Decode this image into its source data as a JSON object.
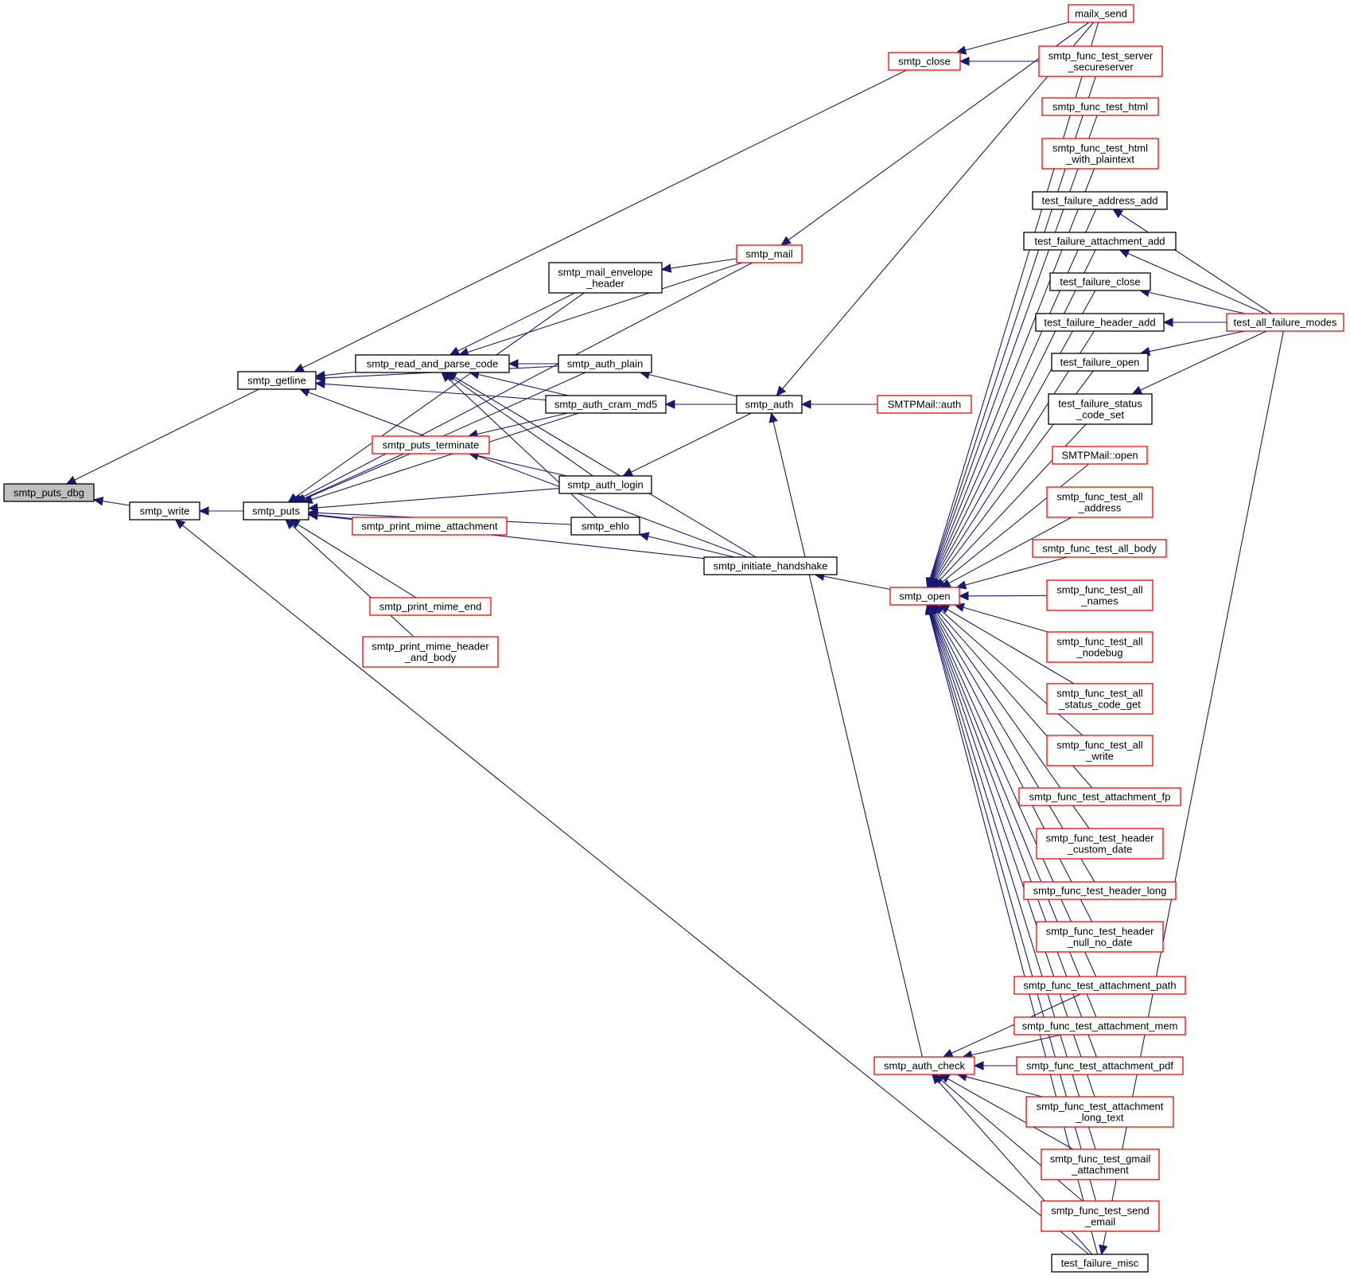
{
  "nodes": [
    {
      "id": "smtp_puts_dbg",
      "lines": [
        "smtp_puts_dbg"
      ],
      "style": "focus"
    },
    {
      "id": "smtp_getline",
      "lines": [
        "smtp_getline"
      ],
      "style": "black"
    },
    {
      "id": "smtp_write",
      "lines": [
        "smtp_write"
      ],
      "style": "black"
    },
    {
      "id": "smtp_puts",
      "lines": [
        "smtp_puts"
      ],
      "style": "black"
    },
    {
      "id": "smtp_read_and_parse_code",
      "lines": [
        "smtp_read_and_parse_code"
      ],
      "style": "black"
    },
    {
      "id": "smtp_puts_terminate",
      "lines": [
        "smtp_puts_terminate"
      ],
      "style": "red"
    },
    {
      "id": "smtp_print_mime_attachment",
      "lines": [
        "smtp_print_mime_attachment"
      ],
      "style": "red"
    },
    {
      "id": "smtp_print_mime_end",
      "lines": [
        "smtp_print_mime_end"
      ],
      "style": "red"
    },
    {
      "id": "smtp_print_mime_header_and_body",
      "lines": [
        "smtp_print_mime_header",
        "_and_body"
      ],
      "style": "red"
    },
    {
      "id": "smtp_mail_envelope_header",
      "lines": [
        "smtp_mail_envelope",
        "_header"
      ],
      "style": "black"
    },
    {
      "id": "smtp_auth_plain",
      "lines": [
        "smtp_auth_plain"
      ],
      "style": "black"
    },
    {
      "id": "smtp_auth_cram_md5",
      "lines": [
        "smtp_auth_cram_md5"
      ],
      "style": "black"
    },
    {
      "id": "smtp_auth_login",
      "lines": [
        "smtp_auth_login"
      ],
      "style": "black"
    },
    {
      "id": "smtp_ehlo",
      "lines": [
        "smtp_ehlo"
      ],
      "style": "black"
    },
    {
      "id": "smtp_initiate_handshake",
      "lines": [
        "smtp_initiate_handshake"
      ],
      "style": "black"
    },
    {
      "id": "smtp_mail",
      "lines": [
        "smtp_mail"
      ],
      "style": "red"
    },
    {
      "id": "smtp_auth",
      "lines": [
        "smtp_auth"
      ],
      "style": "black"
    },
    {
      "id": "smtp_close",
      "lines": [
        "smtp_close"
      ],
      "style": "red"
    },
    {
      "id": "SMTPMail_auth",
      "lines": [
        "SMTPMail::auth"
      ],
      "style": "red"
    },
    {
      "id": "smtp_open",
      "lines": [
        "smtp_open"
      ],
      "style": "red"
    },
    {
      "id": "smtp_auth_check",
      "lines": [
        "smtp_auth_check"
      ],
      "style": "red"
    },
    {
      "id": "mailx_send",
      "lines": [
        "mailx_send"
      ],
      "style": "red"
    },
    {
      "id": "smtp_func_test_server_secureserver",
      "lines": [
        "smtp_func_test_server",
        "_secureserver"
      ],
      "style": "red"
    },
    {
      "id": "smtp_func_test_html",
      "lines": [
        "smtp_func_test_html"
      ],
      "style": "red"
    },
    {
      "id": "smtp_func_test_html_with_plaintext",
      "lines": [
        "smtp_func_test_html",
        "_with_plaintext"
      ],
      "style": "red"
    },
    {
      "id": "test_failure_address_add",
      "lines": [
        "test_failure_address_add"
      ],
      "style": "black"
    },
    {
      "id": "test_failure_attachment_add",
      "lines": [
        "test_failure_attachment_add"
      ],
      "style": "black"
    },
    {
      "id": "test_failure_close",
      "lines": [
        "test_failure_close"
      ],
      "style": "black"
    },
    {
      "id": "test_failure_header_add",
      "lines": [
        "test_failure_header_add"
      ],
      "style": "black"
    },
    {
      "id": "test_failure_open",
      "lines": [
        "test_failure_open"
      ],
      "style": "black"
    },
    {
      "id": "test_failure_status_code_set",
      "lines": [
        "test_failure_status",
        "_code_set"
      ],
      "style": "black"
    },
    {
      "id": "SMTPMail_open",
      "lines": [
        "SMTPMail::open"
      ],
      "style": "red"
    },
    {
      "id": "smtp_func_test_all_address",
      "lines": [
        "smtp_func_test_all",
        "_address"
      ],
      "style": "red"
    },
    {
      "id": "smtp_func_test_all_body",
      "lines": [
        "smtp_func_test_all_body"
      ],
      "style": "red"
    },
    {
      "id": "smtp_func_test_all_names",
      "lines": [
        "smtp_func_test_all",
        "_names"
      ],
      "style": "red"
    },
    {
      "id": "smtp_func_test_all_nodebug",
      "lines": [
        "smtp_func_test_all",
        "_nodebug"
      ],
      "style": "red"
    },
    {
      "id": "smtp_func_test_all_status_code_get",
      "lines": [
        "smtp_func_test_all",
        "_status_code_get"
      ],
      "style": "red"
    },
    {
      "id": "smtp_func_test_all_write",
      "lines": [
        "smtp_func_test_all",
        "_write"
      ],
      "style": "red"
    },
    {
      "id": "smtp_func_test_attachment_fp",
      "lines": [
        "smtp_func_test_attachment_fp"
      ],
      "style": "red"
    },
    {
      "id": "smtp_func_test_header_custom_date",
      "lines": [
        "smtp_func_test_header",
        "_custom_date"
      ],
      "style": "red"
    },
    {
      "id": "smtp_func_test_header_long",
      "lines": [
        "smtp_func_test_header_long"
      ],
      "style": "red"
    },
    {
      "id": "smtp_func_test_header_null_no_date",
      "lines": [
        "smtp_func_test_header",
        "_null_no_date"
      ],
      "style": "red"
    },
    {
      "id": "smtp_func_test_attachment_path",
      "lines": [
        "smtp_func_test_attachment_path"
      ],
      "style": "red"
    },
    {
      "id": "smtp_func_test_attachment_mem",
      "lines": [
        "smtp_func_test_attachment_mem"
      ],
      "style": "red"
    },
    {
      "id": "smtp_func_test_attachment_pdf",
      "lines": [
        "smtp_func_test_attachment_pdf"
      ],
      "style": "red"
    },
    {
      "id": "smtp_func_test_attachment_long_text",
      "lines": [
        "smtp_func_test_attachment",
        "_long_text"
      ],
      "style": "red"
    },
    {
      "id": "smtp_func_test_gmail_attachment",
      "lines": [
        "smtp_func_test_gmail",
        "_attachment"
      ],
      "style": "red"
    },
    {
      "id": "smtp_func_test_send_email",
      "lines": [
        "smtp_func_test_send",
        "_email"
      ],
      "style": "red"
    },
    {
      "id": "test_failure_misc",
      "lines": [
        "test_failure_misc"
      ],
      "style": "black"
    },
    {
      "id": "test_all_failure_modes",
      "lines": [
        "test_all_failure_modes"
      ],
      "style": "red"
    }
  ],
  "edges": [
    [
      "smtp_puts_dbg",
      "smtp_getline"
    ],
    [
      "smtp_puts_dbg",
      "smtp_write"
    ],
    [
      "smtp_write",
      "smtp_puts"
    ],
    [
      "smtp_write",
      "test_failure_misc"
    ],
    [
      "smtp_getline",
      "smtp_read_and_parse_code"
    ],
    [
      "smtp_getline",
      "smtp_close"
    ],
    [
      "smtp_getline",
      "smtp_auth_plain"
    ],
    [
      "smtp_getline",
      "smtp_auth_cram_md5"
    ],
    [
      "smtp_getline",
      "smtp_initiate_handshake"
    ],
    [
      "smtp_puts",
      "smtp_mail"
    ],
    [
      "smtp_puts",
      "smtp_mail_envelope_header"
    ],
    [
      "smtp_puts",
      "smtp_auth_plain"
    ],
    [
      "smtp_puts",
      "smtp_auth_cram_md5"
    ],
    [
      "smtp_puts",
      "smtp_puts_terminate"
    ],
    [
      "smtp_puts",
      "smtp_auth_login"
    ],
    [
      "smtp_puts",
      "smtp_print_mime_attachment"
    ],
    [
      "smtp_puts",
      "smtp_print_mime_end"
    ],
    [
      "smtp_puts",
      "smtp_print_mime_header_and_body"
    ],
    [
      "smtp_puts",
      "smtp_ehlo"
    ],
    [
      "smtp_puts",
      "smtp_initiate_handshake"
    ],
    [
      "smtp_read_and_parse_code",
      "smtp_mail_envelope_header"
    ],
    [
      "smtp_read_and_parse_code",
      "smtp_mail"
    ],
    [
      "smtp_read_and_parse_code",
      "smtp_auth_plain"
    ],
    [
      "smtp_read_and_parse_code",
      "smtp_auth_cram_md5"
    ],
    [
      "smtp_read_and_parse_code",
      "smtp_auth_login"
    ],
    [
      "smtp_read_and_parse_code",
      "smtp_ehlo"
    ],
    [
      "smtp_read_and_parse_code",
      "smtp_initiate_handshake"
    ],
    [
      "smtp_puts_terminate",
      "smtp_auth_cram_md5"
    ],
    [
      "smtp_puts_terminate",
      "smtp_auth_login"
    ],
    [
      "smtp_mail_envelope_header",
      "smtp_mail"
    ],
    [
      "smtp_auth_plain",
      "smtp_auth"
    ],
    [
      "smtp_auth_cram_md5",
      "smtp_auth"
    ],
    [
      "smtp_auth_login",
      "smtp_auth"
    ],
    [
      "smtp_ehlo",
      "smtp_initiate_handshake"
    ],
    [
      "smtp_initiate_handshake",
      "smtp_open"
    ],
    [
      "smtp_mail",
      "mailx_send"
    ],
    [
      "smtp_auth",
      "SMTPMail_auth"
    ],
    [
      "smtp_auth",
      "mailx_send"
    ],
    [
      "smtp_auth",
      "smtp_auth_check"
    ],
    [
      "smtp_close",
      "mailx_send"
    ],
    [
      "smtp_close",
      "smtp_func_test_server_secureserver"
    ],
    [
      "smtp_open",
      "mailx_send"
    ],
    [
      "smtp_open",
      "smtp_func_test_server_secureserver"
    ],
    [
      "smtp_open",
      "smtp_func_test_html"
    ],
    [
      "smtp_open",
      "smtp_func_test_html_with_plaintext"
    ],
    [
      "smtp_open",
      "test_failure_address_add"
    ],
    [
      "smtp_open",
      "test_failure_attachment_add"
    ],
    [
      "smtp_open",
      "test_failure_close"
    ],
    [
      "smtp_open",
      "test_failure_header_add"
    ],
    [
      "smtp_open",
      "test_failure_open"
    ],
    [
      "smtp_open",
      "test_failure_status_code_set"
    ],
    [
      "smtp_open",
      "SMTPMail_open"
    ],
    [
      "smtp_open",
      "smtp_func_test_all_address"
    ],
    [
      "smtp_open",
      "smtp_func_test_all_body"
    ],
    [
      "smtp_open",
      "smtp_func_test_all_names"
    ],
    [
      "smtp_open",
      "smtp_func_test_all_nodebug"
    ],
    [
      "smtp_open",
      "smtp_func_test_all_status_code_get"
    ],
    [
      "smtp_open",
      "smtp_func_test_all_write"
    ],
    [
      "smtp_open",
      "smtp_func_test_attachment_fp"
    ],
    [
      "smtp_open",
      "smtp_func_test_header_custom_date"
    ],
    [
      "smtp_open",
      "smtp_func_test_header_long"
    ],
    [
      "smtp_open",
      "smtp_func_test_header_null_no_date"
    ],
    [
      "smtp_open",
      "smtp_func_test_attachment_path"
    ],
    [
      "smtp_open",
      "smtp_func_test_attachment_mem"
    ],
    [
      "smtp_open",
      "smtp_func_test_attachment_pdf"
    ],
    [
      "smtp_open",
      "smtp_func_test_attachment_long_text"
    ],
    [
      "smtp_open",
      "smtp_func_test_gmail_attachment"
    ],
    [
      "smtp_open",
      "smtp_func_test_send_email"
    ],
    [
      "smtp_open",
      "test_failure_misc"
    ],
    [
      "smtp_auth_check",
      "smtp_func_test_attachment_path"
    ],
    [
      "smtp_auth_check",
      "smtp_func_test_attachment_mem"
    ],
    [
      "smtp_auth_check",
      "smtp_func_test_attachment_pdf"
    ],
    [
      "smtp_auth_check",
      "smtp_func_test_attachment_long_text"
    ],
    [
      "smtp_auth_check",
      "smtp_func_test_gmail_attachment"
    ],
    [
      "smtp_auth_check",
      "smtp_func_test_send_email"
    ],
    [
      "smtp_auth_check",
      "test_failure_misc"
    ],
    [
      "test_failure_address_add",
      "test_all_failure_modes"
    ],
    [
      "test_failure_attachment_add",
      "test_all_failure_modes"
    ],
    [
      "test_failure_close",
      "test_all_failure_modes"
    ],
    [
      "test_failure_header_add",
      "test_all_failure_modes"
    ],
    [
      "test_failure_open",
      "test_all_failure_modes"
    ],
    [
      "test_failure_status_code_set",
      "test_all_failure_modes"
    ],
    [
      "test_failure_misc",
      "test_all_failure_modes"
    ]
  ]
}
